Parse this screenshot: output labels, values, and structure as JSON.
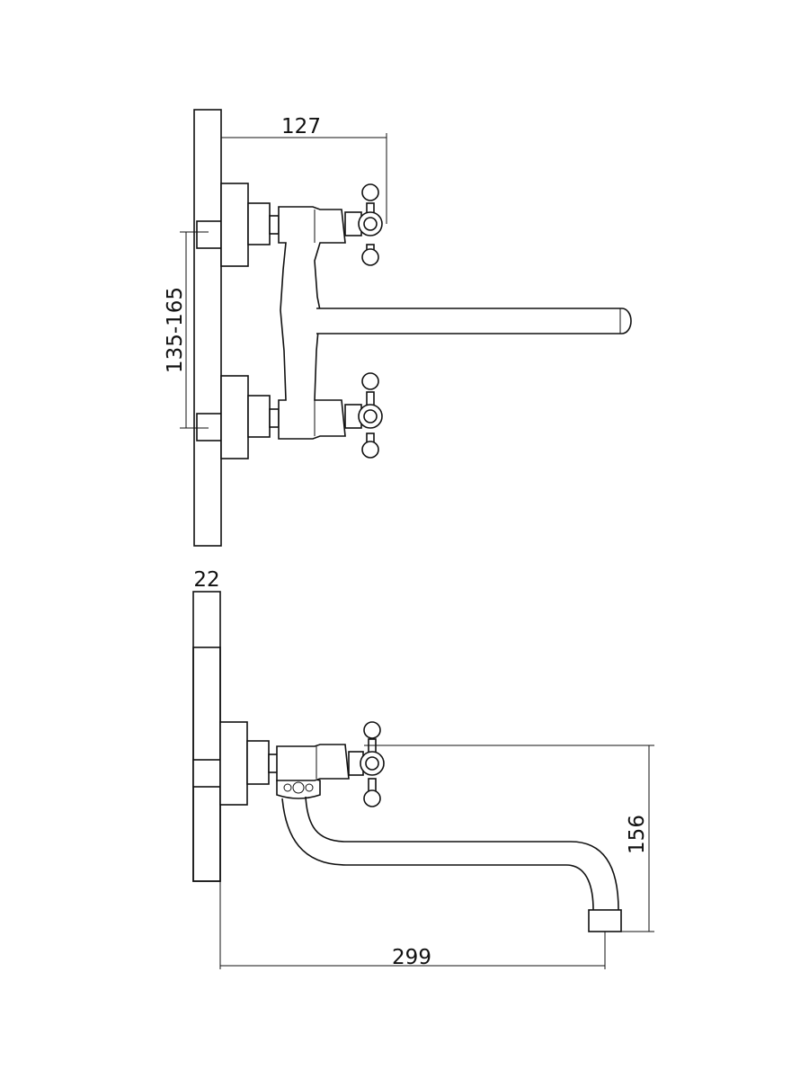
{
  "top_view": {
    "dim_handle_reach": "127",
    "dim_connection_spacing": "135-165"
  },
  "side_view": {
    "dim_wall_thickness": "22",
    "dim_spout_height": "156",
    "dim_spout_reach": "299"
  },
  "colors": {
    "line": "#111111",
    "background": "#ffffff"
  }
}
